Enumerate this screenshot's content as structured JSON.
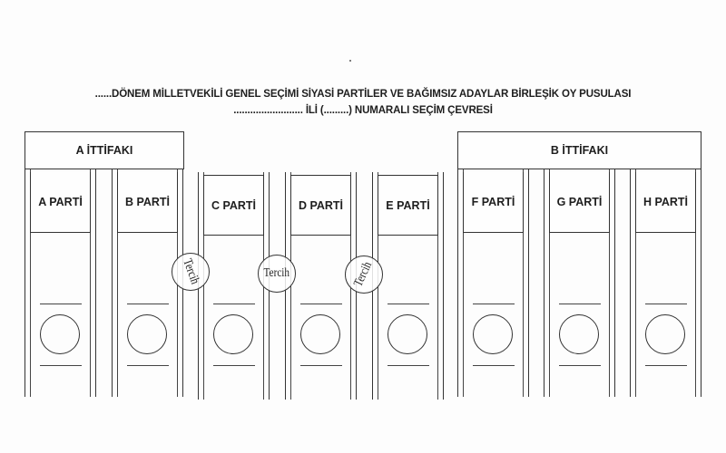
{
  "ballot": {
    "title_line1": "......DÖNEM MİLLETVEKİLİ GENEL SEÇİMİ SİYASİ PARTİLER VE BAĞIMSIZ ADAYLAR BİRLEŞİK OY PUSULASI",
    "title_line2": "......................... İLİ (.........) NUMARALI SEÇİM ÇEVRESİ"
  },
  "alliances": [
    {
      "label": "A İTTİFAKI",
      "parties": [
        "A PARTİ",
        "B PARTİ"
      ]
    },
    {
      "label": "B İTTİFAKI",
      "parties": [
        "F PARTİ",
        "G PARTİ",
        "H PARTİ"
      ]
    }
  ],
  "parties": [
    {
      "label": "A PARTİ"
    },
    {
      "label": "B PARTİ"
    },
    {
      "label": "C PARTİ"
    },
    {
      "label": "D PARTİ"
    },
    {
      "label": "E PARTİ"
    },
    {
      "label": "F PARTİ"
    },
    {
      "label": "G PARTİ"
    },
    {
      "label": "H PARTİ"
    }
  ],
  "stamps": [
    {
      "label": "Tercih",
      "rotation": "70deg"
    },
    {
      "label": "Tercih",
      "rotation": "0deg"
    },
    {
      "label": "Tercih",
      "rotation": "-65deg"
    }
  ]
}
